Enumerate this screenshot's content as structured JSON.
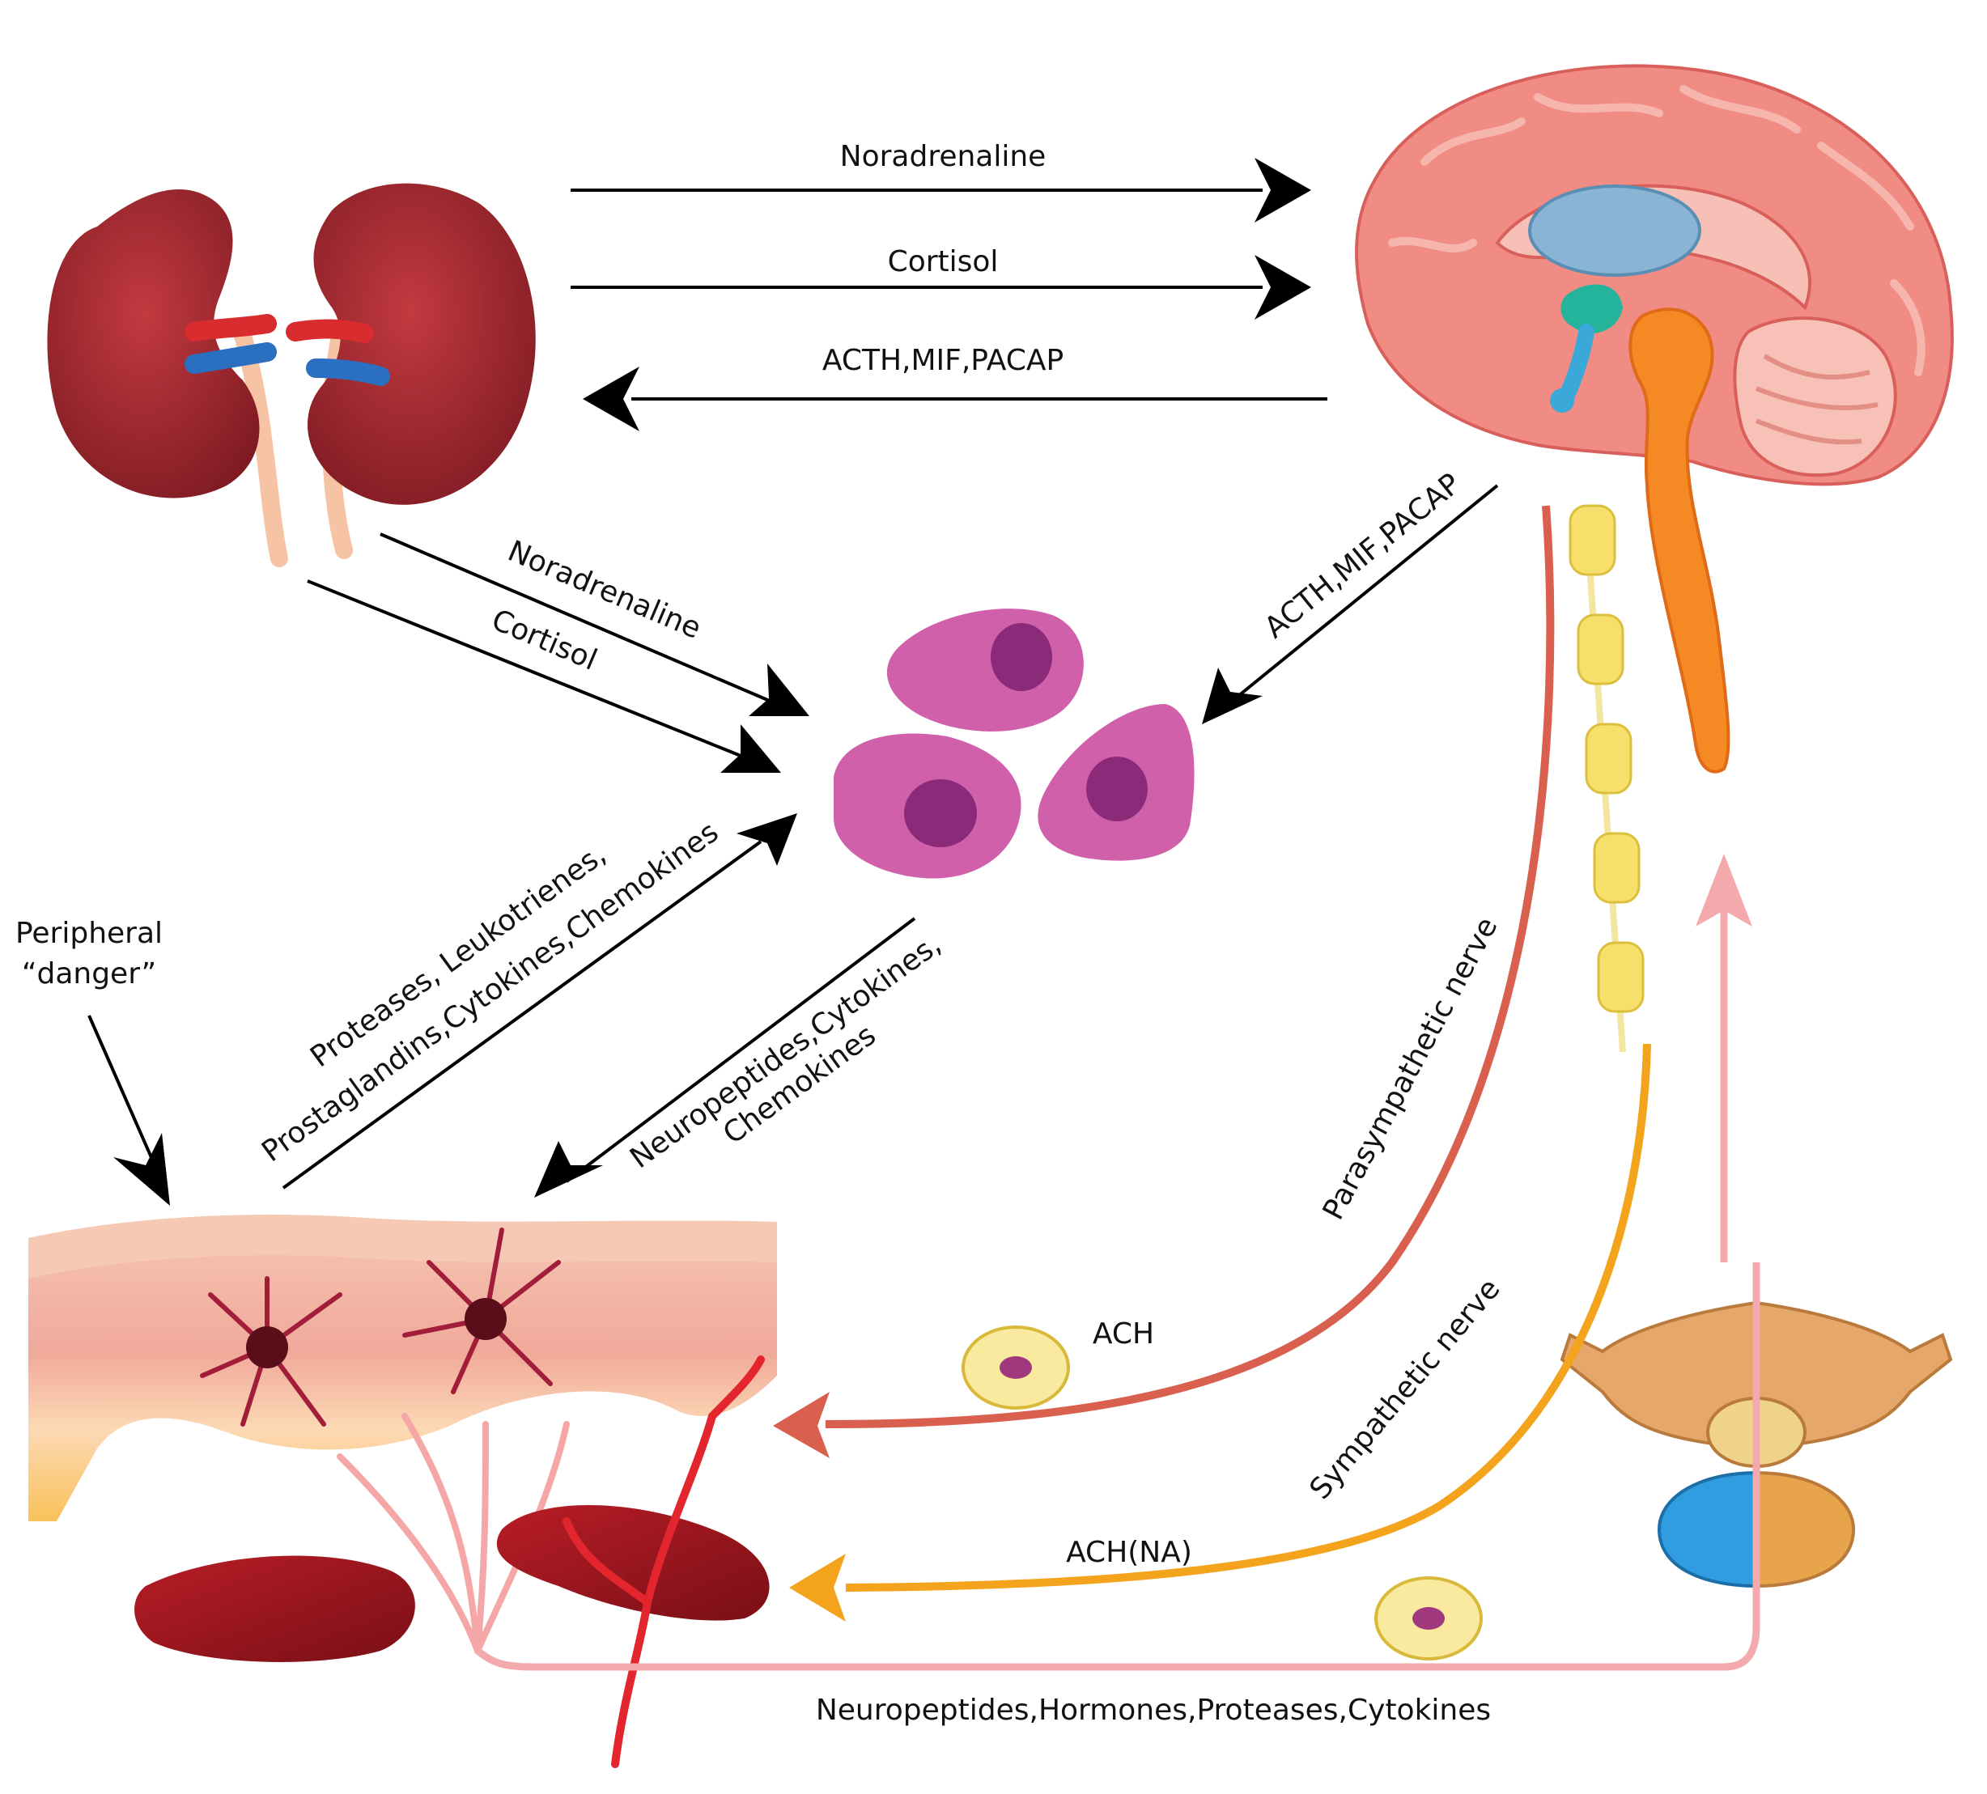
{
  "labels": {
    "top_noradrenaline": "Noradrenaline",
    "top_cortisol": "Cortisol",
    "top_acth": "ACTH,MIF,PACAP",
    "diag_noradrenaline": "Noradrenaline",
    "diag_cortisol": "Cortisol",
    "diag_acth": "ACTH,MIF,PACAP",
    "peripheral_line1": "Peripheral",
    "peripheral_line2": "“danger”",
    "proteases_line1": "Proteases, Leukotrienes,",
    "proteases_line2": "Prostaglandins,Cytokines,Chemokines",
    "neuro_line1": "Neuropeptides,Cytokines,",
    "neuro_line2": "Chemokines",
    "parasympathetic": "Parasympathetic nerve",
    "sympathetic": "Sympathetic nerve",
    "ach": "ACH",
    "ach_na": "ACH(NA)",
    "bottom": "Neuropeptides,Hormones,Proteases,Cytokines"
  },
  "colors": {
    "arrow": "#000000",
    "parasympathetic": "#d9604f",
    "sympathetic": "#f3a31c",
    "ascending": "#f4a9ad",
    "kidney": "#a8242e",
    "brain": "#f08c84",
    "immune_cell": "#d160aa",
    "immune_nucleus": "#8b2a78",
    "skin": "#f4b9a5",
    "blood_vessel": "#b01e24",
    "spinal_cord": "#f58a24"
  }
}
